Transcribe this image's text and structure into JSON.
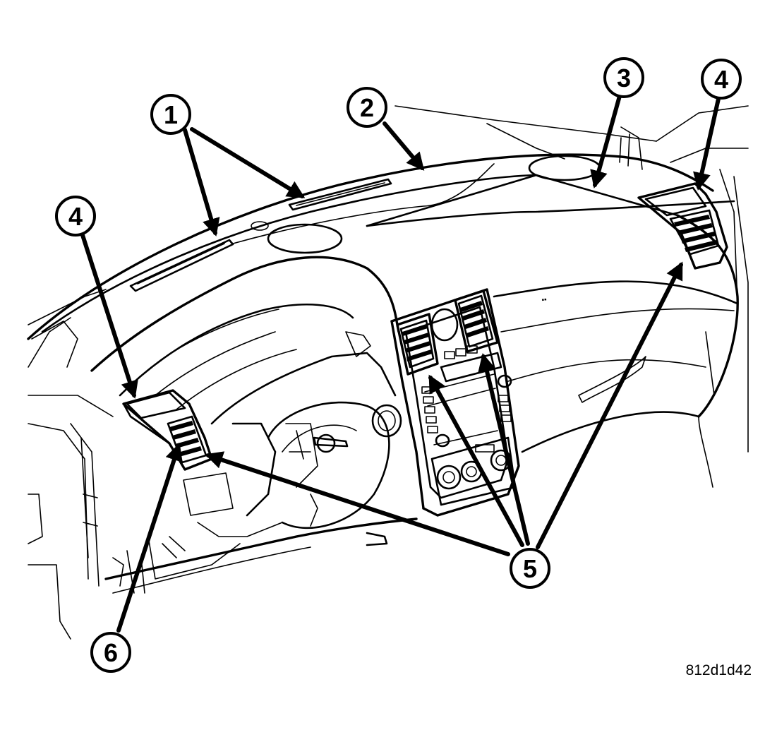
{
  "callouts": [
    {
      "id": "c1",
      "label": "1"
    },
    {
      "id": "c2",
      "label": "2"
    },
    {
      "id": "c3",
      "label": "3"
    },
    {
      "id": "c4a",
      "label": "4"
    },
    {
      "id": "c4b",
      "label": "4"
    },
    {
      "id": "c5",
      "label": "5"
    },
    {
      "id": "c6",
      "label": "6"
    }
  ],
  "figure_id": "812d1d42",
  "colors": {
    "ink": "#000000",
    "paper": "#ffffff"
  }
}
